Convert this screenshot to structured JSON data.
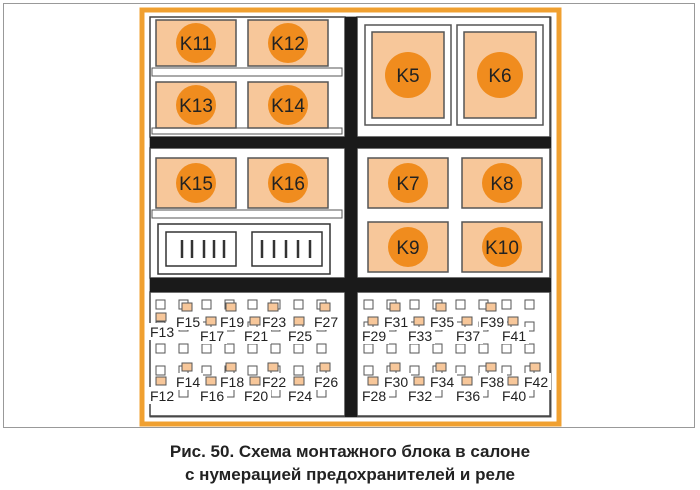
{
  "relays": {
    "K11": "K11",
    "K12": "K12",
    "K13": "K13",
    "K14": "K14",
    "K15": "K15",
    "K16": "K16",
    "K5": "K5",
    "K6": "K6",
    "K7": "K7",
    "K8": "K8",
    "K9": "K9",
    "K10": "K10"
  },
  "fuses": {
    "F12": "F12",
    "F13": "F13",
    "F14": "F14",
    "F15": "F15",
    "F16": "F16",
    "F17": "F17",
    "F18": "F18",
    "F19": "F19",
    "F20": "F20",
    "F21": "F21",
    "F22": "F22",
    "F23": "F23",
    "F24": "F24",
    "F25": "F25",
    "F26": "F26",
    "F27": "F27",
    "F28": "F28",
    "F29": "F29",
    "F30": "F30",
    "F31": "F31",
    "F32": "F32",
    "F33": "F33",
    "F34": "F34",
    "F35": "F35",
    "F36": "F36",
    "F37": "F37",
    "F38": "F38",
    "F39": "F39",
    "F40": "F40",
    "F41": "F41",
    "F42": "F42"
  },
  "caption": {
    "line1": "Рис. 50. Схема монтажного блока в салоне",
    "line2": "с нумерацией предохранителей и реле"
  },
  "colors": {
    "orange_outline": "#f0a030",
    "relay_fill": "#f7c79a",
    "relay_circle": "#f08c1e",
    "line": "#333333",
    "gap": "#1a1a1a"
  }
}
